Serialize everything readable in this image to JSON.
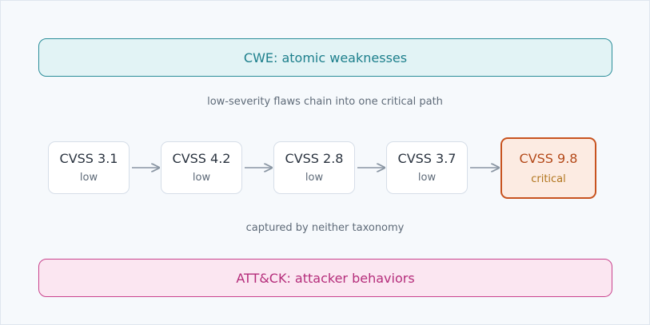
{
  "top_band": {
    "label": "CWE: atomic weaknesses",
    "color": "#2a8d99"
  },
  "chain_caption": "low-severity flaws chain into one critical path",
  "chain": [
    {
      "score": "CVSS 3.1",
      "severity": "low"
    },
    {
      "score": "CVSS 4.2",
      "severity": "low"
    },
    {
      "score": "CVSS 2.8",
      "severity": "low"
    },
    {
      "score": "CVSS 3.7",
      "severity": "low"
    },
    {
      "score": "CVSS 9.8",
      "severity": "critical",
      "color": "#c8531f"
    }
  ],
  "gap_caption": "captured by neither taxonomy",
  "bottom_band": {
    "label": "ATT&CK: attacker behaviors",
    "color": "#c9438d"
  }
}
